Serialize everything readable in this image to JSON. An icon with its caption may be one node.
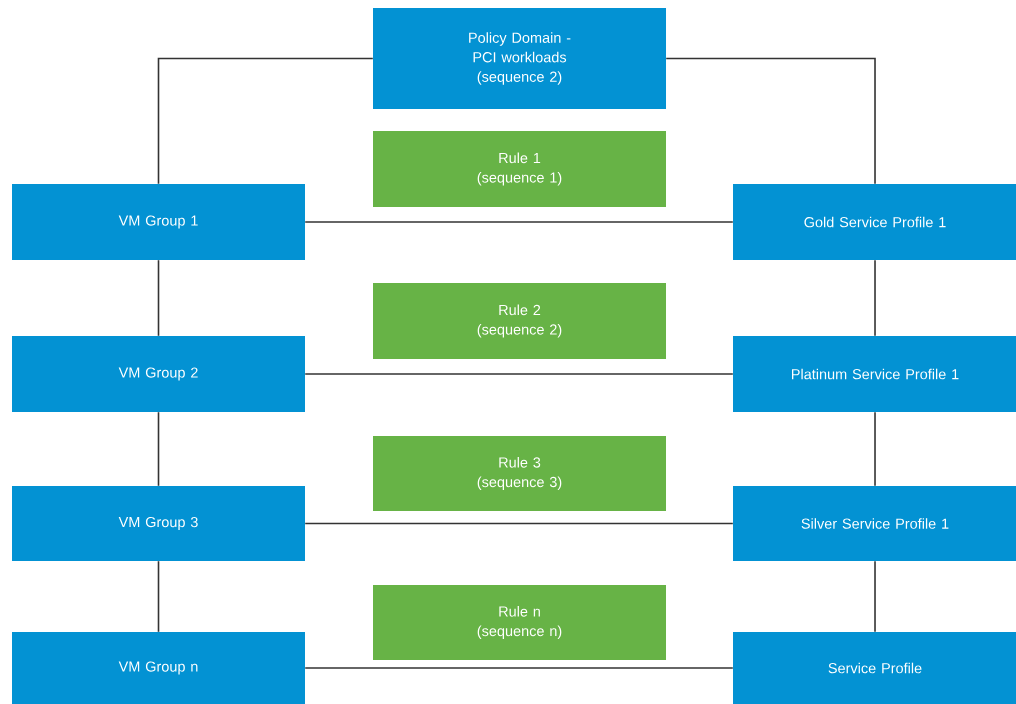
{
  "diagram": {
    "nodes": [
      {
        "text": [
          "Policy Domain - PCI workloads (sequence 2)"
        ]
      },
      {
        "text": [
          "Rule 1 (sequence 1)"
        ]
      },
      {
        "text": [
          "VM Group 1"
        ]
      },
      {
        "text": [
          "Gold Service Profile 1"
        ]
      },
      {
        "text": [
          "Rule 2 (sequence 2)"
        ]
      },
      {
        "text": [
          "VM Group 2"
        ]
      },
      {
        "text": [
          "Platinum Service Profile 1"
        ]
      },
      {
        "text": [
          "Rule 3 (sequence 3)"
        ]
      },
      {
        "text": [
          "VM Group 3"
        ]
      },
      {
        "text": [
          "Silver Service Profile 1"
        ]
      },
      {
        "text": [
          "Rule n (sequence n)"
        ]
      },
      {
        "text": [
          "VM Group n"
        ]
      },
      {
        "text": [
          "Service Profile"
        ]
      }
    ],
    "edges": [
      {
        "from": 0,
        "to": 2,
        "arrow": "none"
      },
      {
        "from": 0,
        "to": 3,
        "arrow": "none"
      },
      {
        "from": 2,
        "to": 3,
        "arrow": "none"
      },
      {
        "from": 2,
        "to": 5,
        "arrow": "none"
      },
      {
        "from": 3,
        "to": 6,
        "arrow": "none"
      },
      {
        "from": 5,
        "to": 6,
        "arrow": "none"
      },
      {
        "from": 5,
        "to": 8,
        "arrow": "none"
      },
      {
        "from": 6,
        "to": 9,
        "arrow": "none"
      },
      {
        "from": 8,
        "to": 9,
        "arrow": "none"
      },
      {
        "from": 8,
        "to": 11,
        "arrow": "none"
      },
      {
        "from": 9,
        "to": 12,
        "arrow": "none"
      },
      {
        "from": 11,
        "to": 12,
        "arrow": "none"
      }
    ]
  }
}
